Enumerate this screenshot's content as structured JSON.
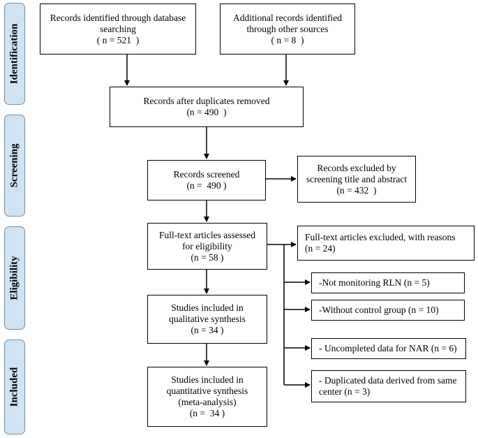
{
  "stages": {
    "identification": "Identification",
    "screening": "Screening",
    "eligibility": "Eligibility",
    "included": "Included"
  },
  "boxes": {
    "db_records": [
      "Records identified through database",
      "searching",
      "( n = 521  )"
    ],
    "other_records": [
      "Additional records identified",
      "through other sources",
      "( n = 8  )"
    ],
    "after_duplicates": [
      "Records after duplicates removed",
      "(n = 490  )"
    ],
    "screened": [
      "Records screened",
      "(n =  490 )"
    ],
    "excluded_screening": [
      "Records excluded by",
      "screening title and abstract",
      "(n = 432  )"
    ],
    "fulltext_assessed": [
      "Full-text articles assessed",
      "for eligibility",
      "(n = 58 )"
    ],
    "fulltext_excluded": [
      "Full-text articles excluded, with reasons",
      "(n = 24)"
    ],
    "qualitative": [
      "Studies included in",
      "qualitative synthesis",
      "(n = 34 )"
    ],
    "quantitative": [
      "Studies included in",
      "quantitative synthesis",
      "(meta-analysis)",
      "(n =  34 )"
    ],
    "reason_rln": [
      "-Not monitoring RLN (n = 5)"
    ],
    "reason_control": [
      "-Without control group (n = 10)"
    ],
    "reason_nar": [
      "- Uncompleted data for NAR (n = 6)"
    ],
    "reason_duplicated": [
      "- Duplicated data derived from same",
      "center (n = 3)"
    ]
  }
}
